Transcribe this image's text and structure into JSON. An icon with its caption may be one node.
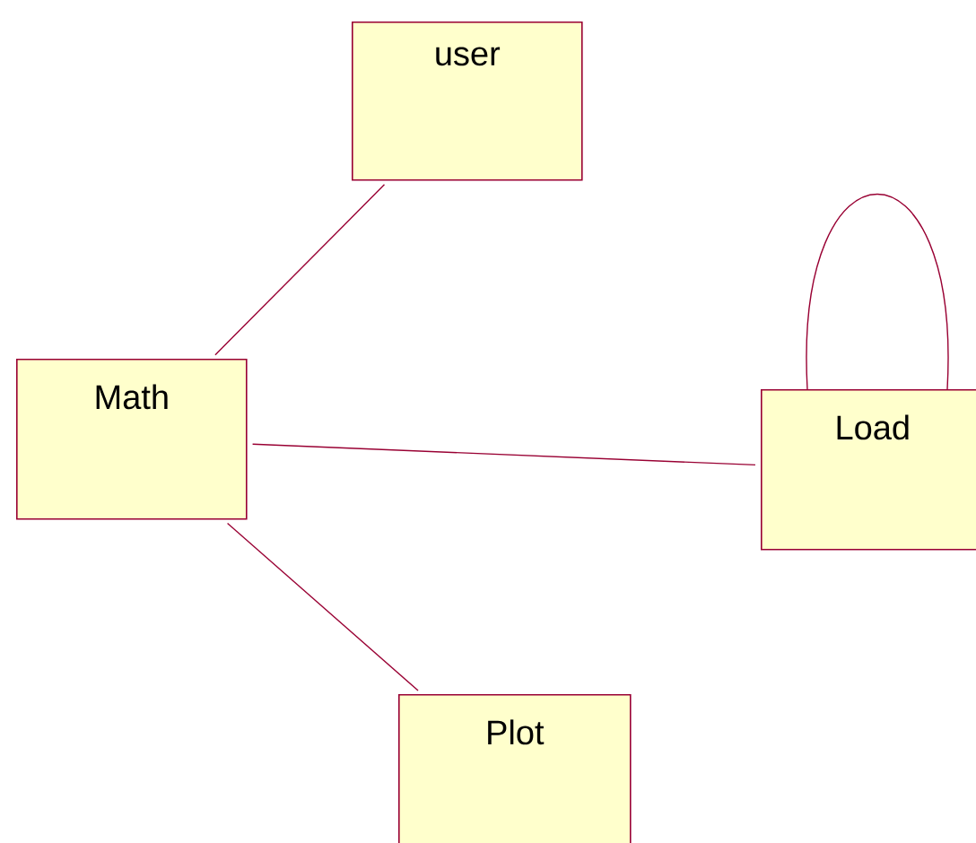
{
  "diagram": {
    "nodes": [
      {
        "text": [
          "user"
        ]
      },
      {
        "text": [
          "Math"
        ]
      },
      {
        "text": [
          "Load"
        ]
      },
      {
        "text": [
          "Plot"
        ]
      }
    ],
    "edges": [
      {
        "from": 0,
        "to": 1,
        "arrow": "none"
      },
      {
        "from": 1,
        "to": 2,
        "arrow": "none"
      },
      {
        "from": 1,
        "to": 3,
        "arrow": "none"
      },
      {
        "from": 2,
        "to": 2,
        "arrow": "none"
      }
    ]
  }
}
